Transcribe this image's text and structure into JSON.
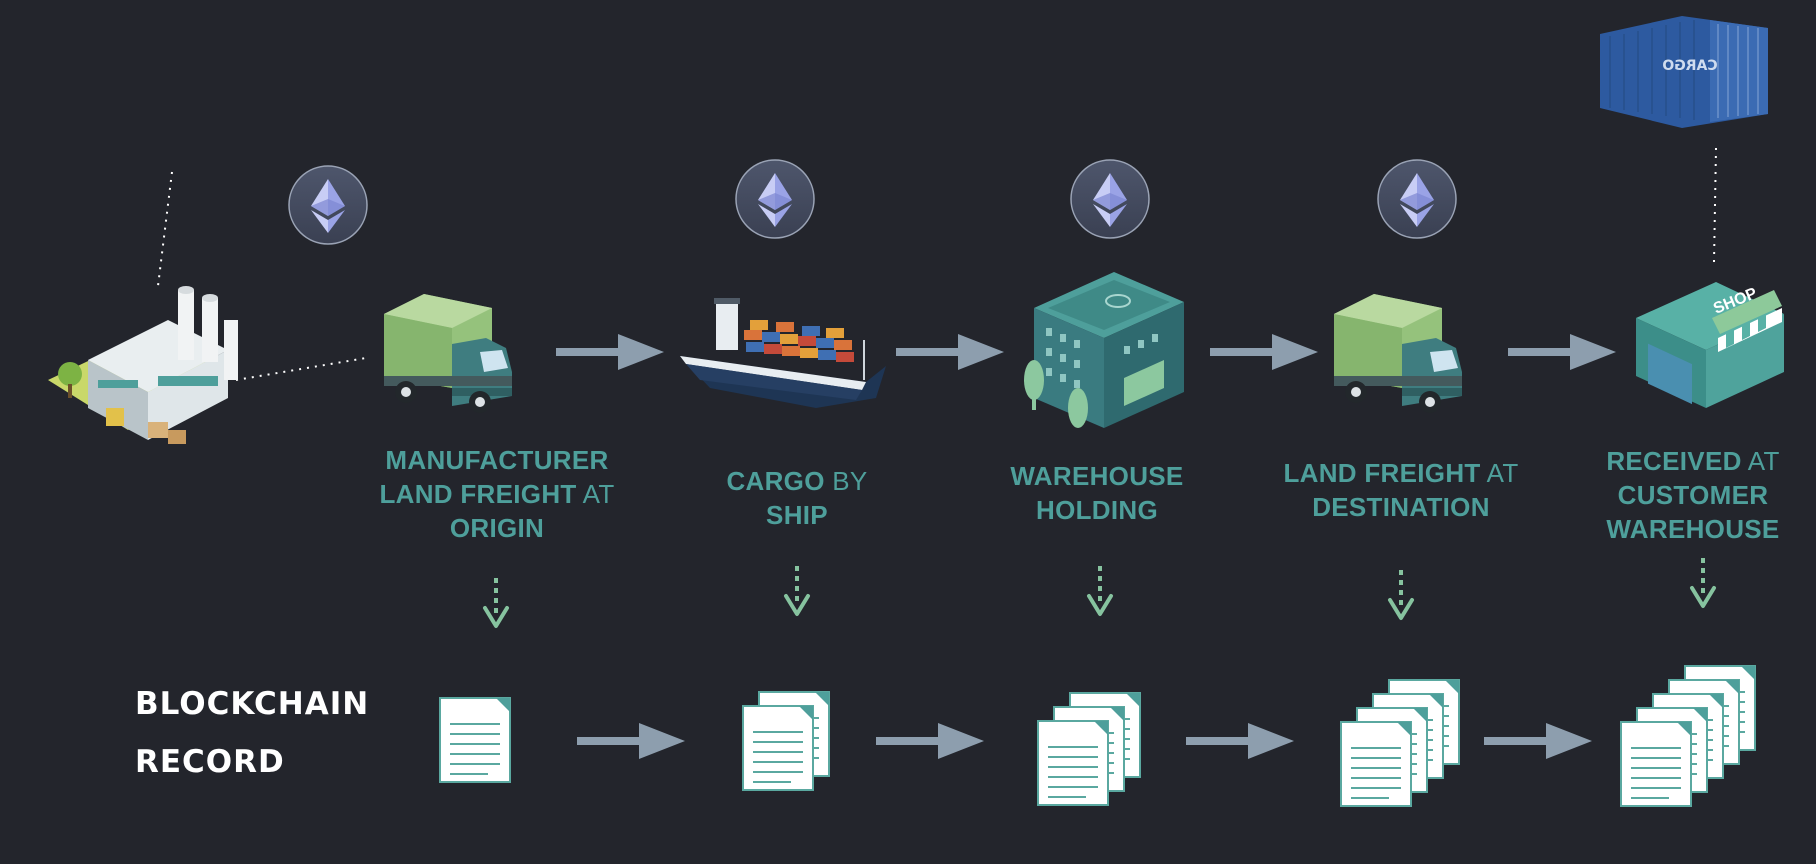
{
  "colors": {
    "background": "#23252c",
    "label_teal": "#4e9f9b",
    "arrow_gray": "#8d9eae",
    "down_arrow_green": "#86c39f",
    "eth_circle": "#4a5166",
    "doc_border": "#5aa8a0"
  },
  "stages": [
    {
      "name": "origin-factory",
      "icon": "factory-icon"
    },
    {
      "name": "manufacturer-freight",
      "icon": "truck-icon",
      "label": [
        [
          {
            "t": "MANUFACTURER",
            "b": true
          }
        ],
        [
          {
            "t": "LAND FREIGHT",
            "b": true
          },
          {
            "t": " AT",
            "b": false
          }
        ],
        [
          {
            "t": "ORIGIN",
            "b": true
          }
        ]
      ],
      "docs": 1
    },
    {
      "name": "cargo-ship",
      "icon": "cargo-ship-icon",
      "label": [
        [
          {
            "t": "CARGO",
            "b": true
          },
          {
            "t": " BY",
            "b": false
          }
        ],
        [
          {
            "t": "SHIP",
            "b": true
          }
        ]
      ],
      "docs": 2
    },
    {
      "name": "warehouse-holding",
      "icon": "warehouse-icon",
      "label": [
        [
          {
            "t": "WAREHOUSE",
            "b": true
          }
        ],
        [
          {
            "t": "HOLDING",
            "b": true
          }
        ]
      ],
      "docs": 3
    },
    {
      "name": "destination-freight",
      "icon": "truck-icon",
      "label": [
        [
          {
            "t": "LAND FREIGHT",
            "b": true
          },
          {
            "t": " AT",
            "b": false
          }
        ],
        [
          {
            "t": "DESTINATION",
            "b": true
          }
        ]
      ],
      "docs": 4
    },
    {
      "name": "customer-warehouse",
      "icon": "shop-icon",
      "label": [
        [
          {
            "t": "RECEIVED",
            "b": true
          },
          {
            "t": " AT",
            "b": false
          }
        ],
        [
          {
            "t": "CUSTOMER",
            "b": true
          }
        ],
        [
          {
            "t": "WAREHOUSE",
            "b": true
          }
        ]
      ],
      "docs": 5
    }
  ],
  "shop_sign": "SHOP",
  "container_text": "CARGO",
  "blockchain_label": [
    "BLOCKCHAIN",
    "RECORD"
  ],
  "ethereum_nodes": [
    "ethereum-icon",
    "ethereum-icon",
    "ethereum-icon",
    "ethereum-icon"
  ]
}
